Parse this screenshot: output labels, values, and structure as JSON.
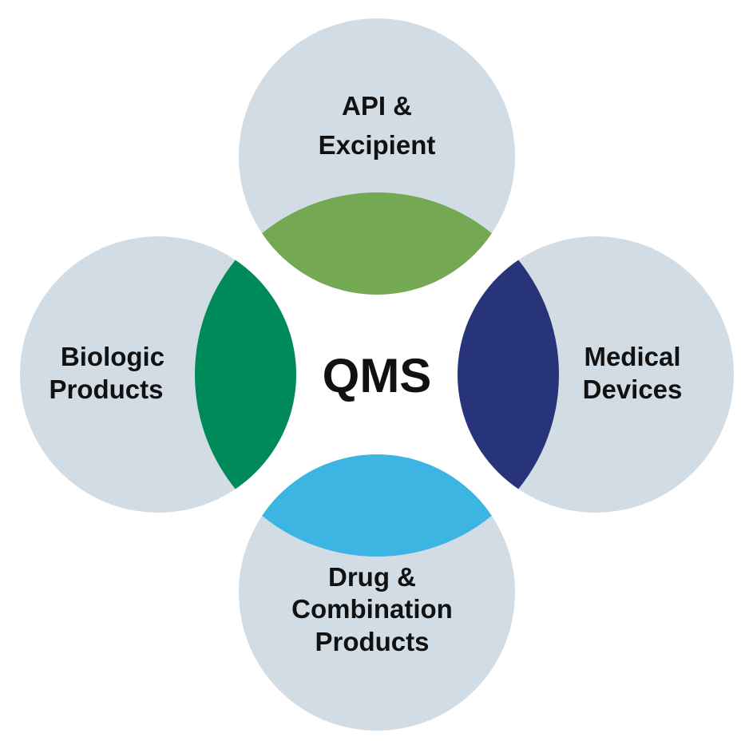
{
  "center": {
    "label": "QMS"
  },
  "colors": {
    "circle_fill": "#d2dce5",
    "overlap_top": "#74a853",
    "overlap_right": "#27347a",
    "overlap_bottom": "#3cb5e3",
    "overlap_left": "#008a5a",
    "text": "#111111",
    "background": "#ffffff"
  },
  "circles": {
    "top": {
      "line1": "API &",
      "line2": "Excipient"
    },
    "left": {
      "line1": "Biologic",
      "line2": "Products"
    },
    "right": {
      "line1": "Medical",
      "line2": "Devices"
    },
    "bottom": {
      "line1": "Drug &",
      "line2": "Combination",
      "line3": "Products"
    }
  }
}
